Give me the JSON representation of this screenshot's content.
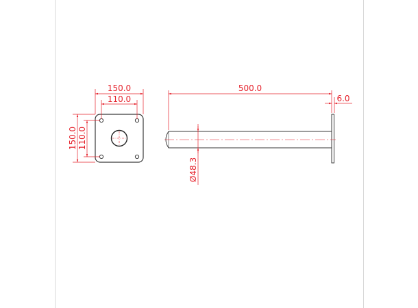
{
  "colors": {
    "outline": "#3a3a3a",
    "dimension": "#e5202a",
    "frame": "#d8d8d8"
  },
  "plate_view": {
    "width_label": "150.0",
    "hole_spacing_x_label": "110.0",
    "height_label": "150.0",
    "hole_spacing_y_label": "110.0"
  },
  "side_view": {
    "length_label": "500.0",
    "flange_thickness_label": "6.0",
    "diameter_label": "Ø48.3"
  }
}
